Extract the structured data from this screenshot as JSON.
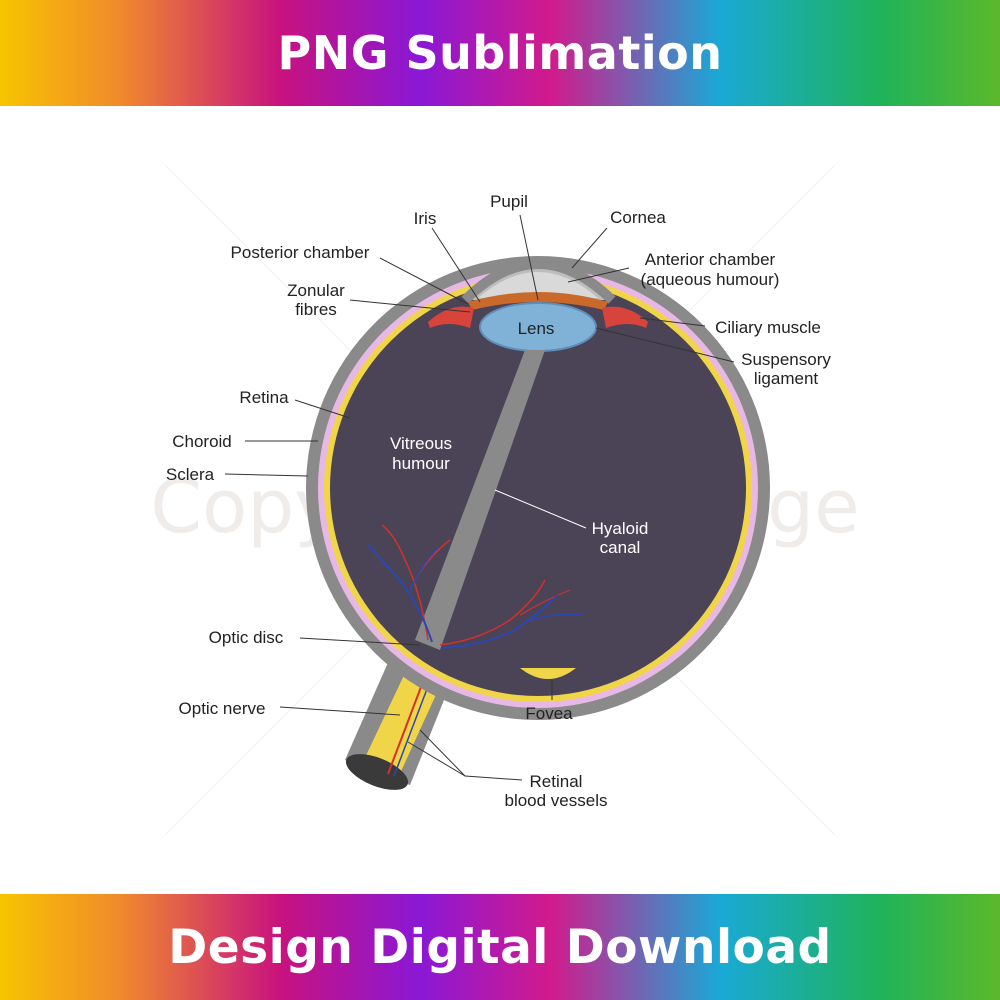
{
  "banner": {
    "top_text": "PNG Sublimation",
    "bottom_text": "Design Digital Download",
    "gradient_colors": [
      "#f7c400",
      "#f08a2c",
      "#c8127e",
      "#8a18d6",
      "#d21a8c",
      "#19a9d6",
      "#1fb35a",
      "#5cb82a"
    ]
  },
  "watermark": {
    "text": "Copyrighted Image"
  },
  "diagram": {
    "labels": {
      "pupil": "Pupil",
      "iris": "Iris",
      "cornea": "Cornea",
      "posterior_chamber": "Posterior chamber",
      "anterior_chamber_1": "Anterior chamber",
      "anterior_chamber_2": "(aqueous humour)",
      "zonular_1": "Zonular",
      "zonular_2": "fibres",
      "lens": "Lens",
      "ciliary_muscle": "Ciliary muscle",
      "suspensory_1": "Suspensory",
      "suspensory_2": "ligament",
      "retina": "Retina",
      "choroid": "Choroid",
      "sclera": "Sclera",
      "vitreous_1": "Vitreous",
      "vitreous_2": "humour",
      "hyaloid_1": "Hyaloid",
      "hyaloid_2": "canal",
      "optic_disc": "Optic disc",
      "optic_nerve": "Optic nerve",
      "fovea": "Fovea",
      "retinal_vessels_1": "Retinal",
      "retinal_vessels_2": "blood vessels"
    },
    "colors": {
      "vitreous": "#4a4456",
      "sclera": "#8a8a8a",
      "choroid": "#e7b8e6",
      "retina": "#f1d548",
      "lens": "#7fb2d6",
      "iris": "#c96a2a",
      "ciliary": "#d8443c",
      "artery": "#d3312a",
      "vein": "#2b47b3"
    }
  }
}
